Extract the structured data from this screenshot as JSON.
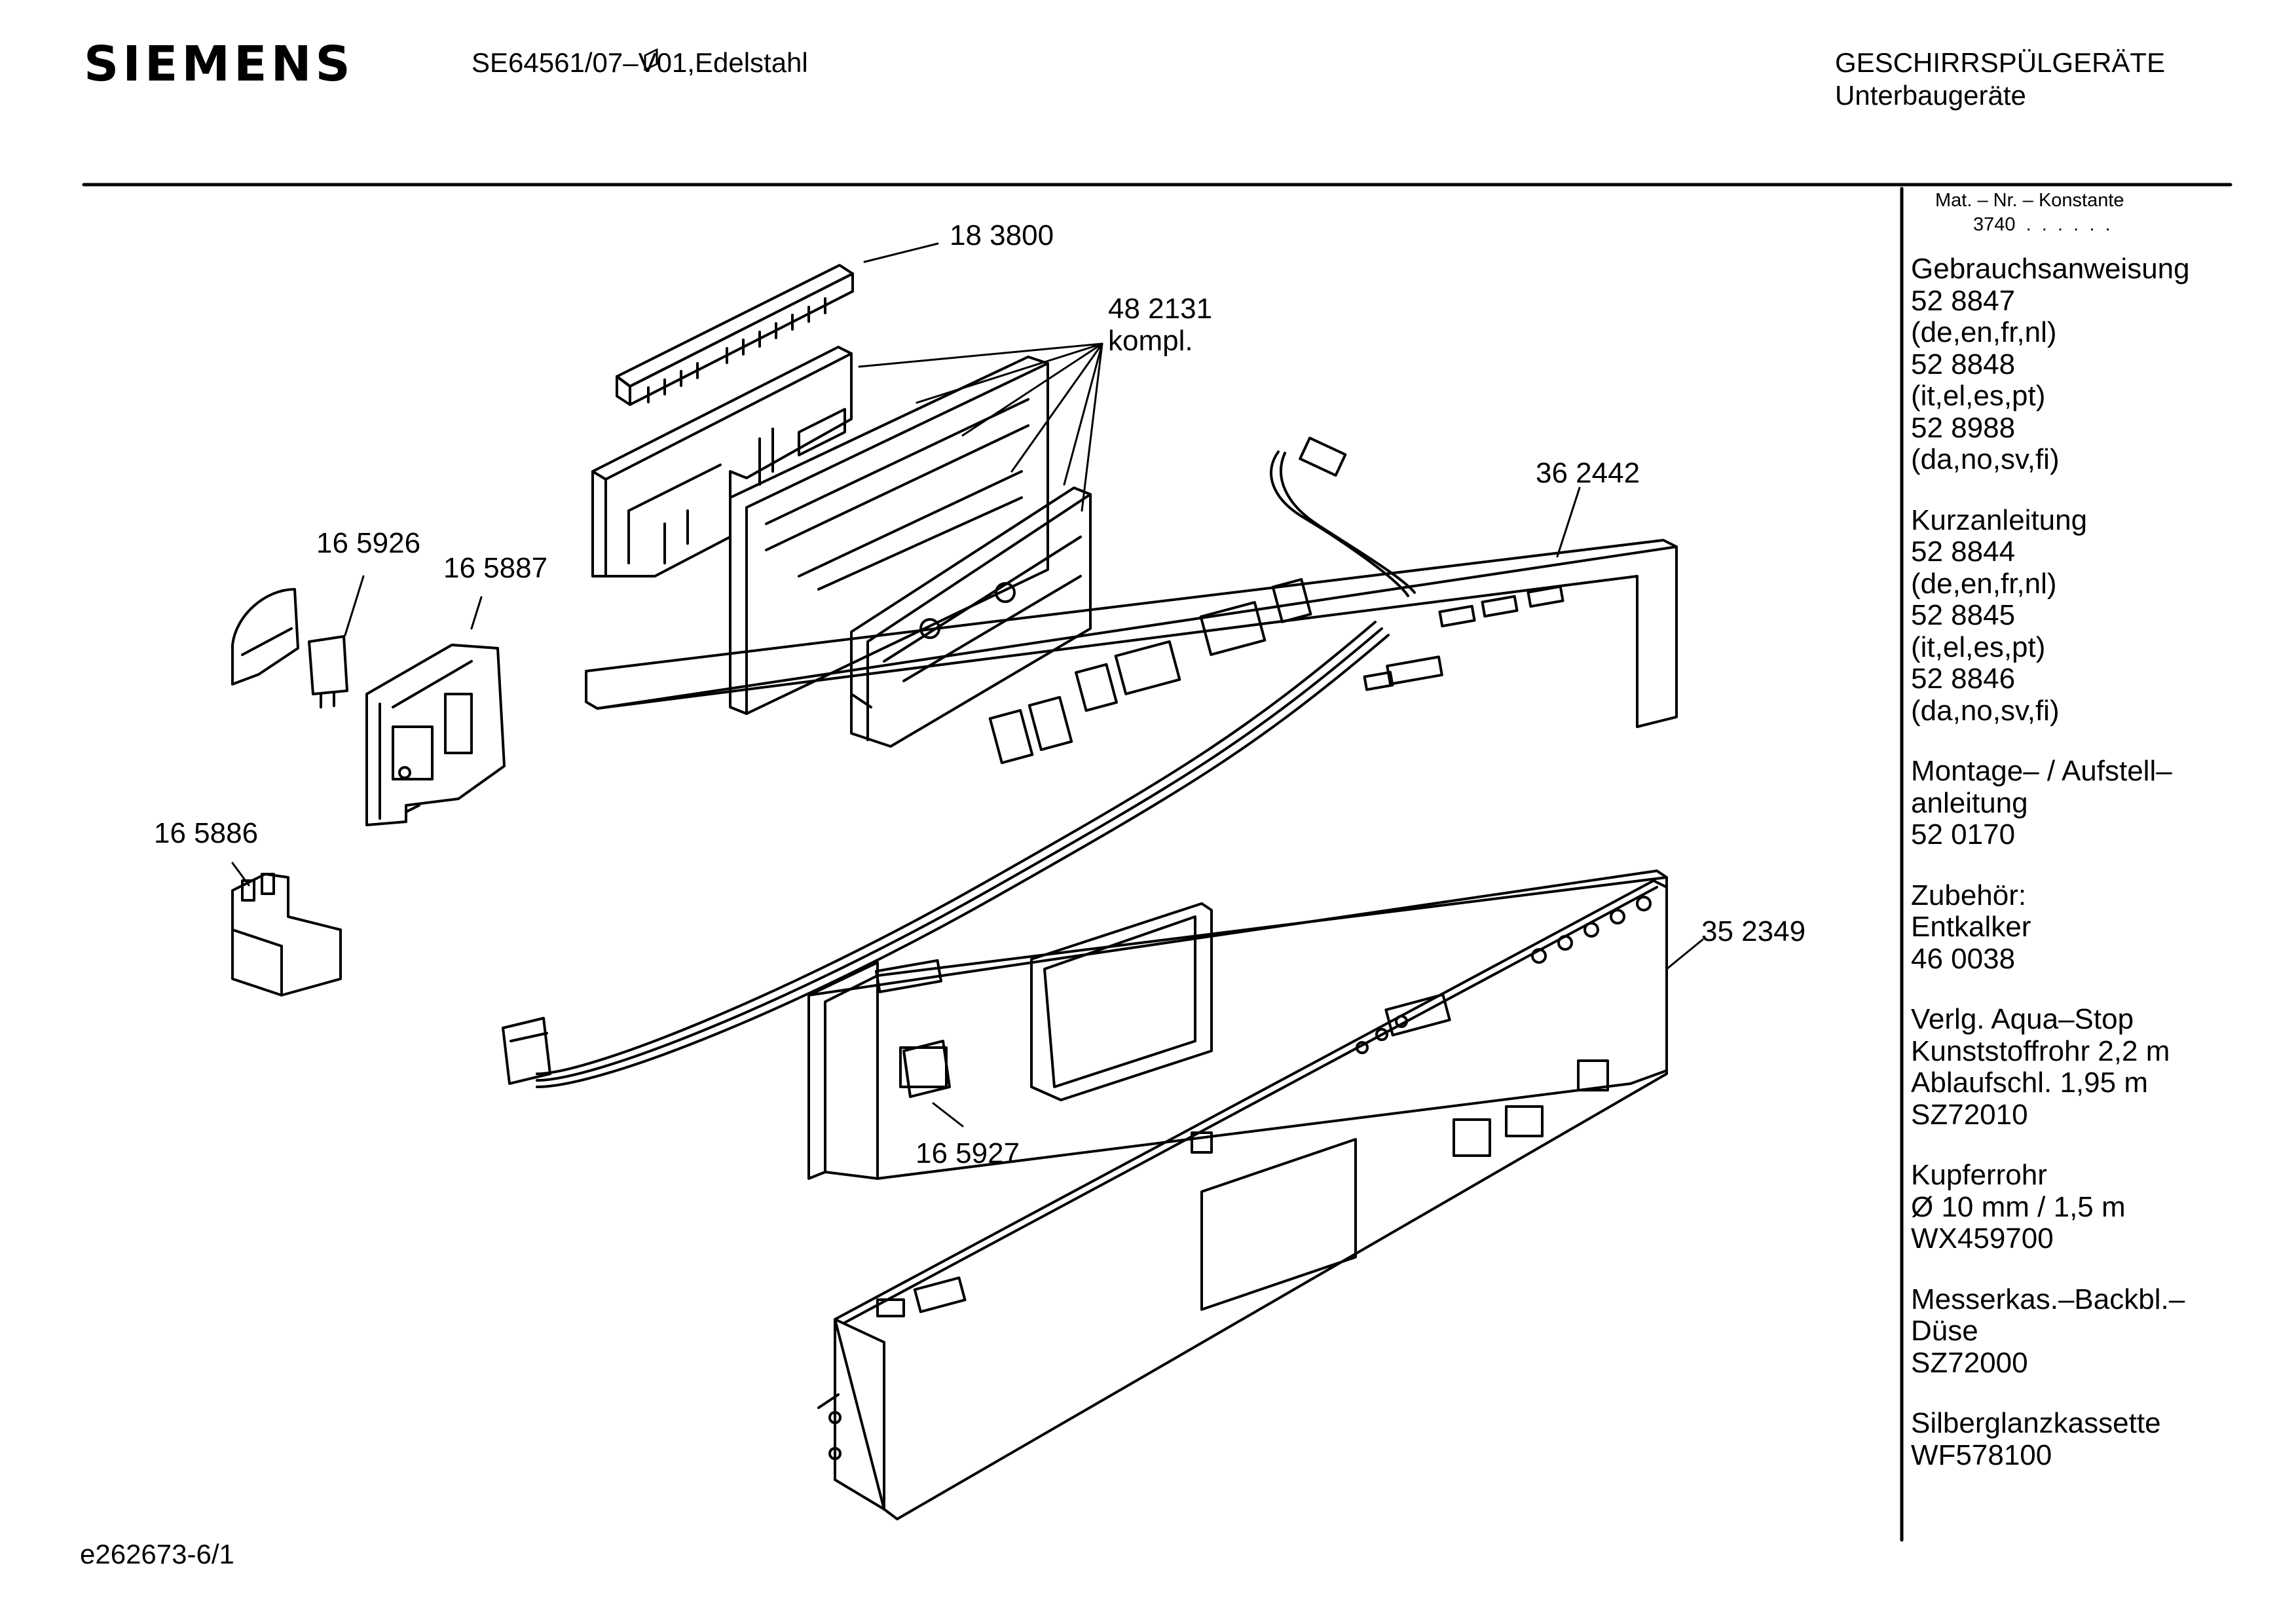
{
  "header": {
    "brand": "SIEMENS",
    "model": "SE64561/07–V01,Edelstahl",
    "category_line1": "GESCHIRRSPÜLGERÄTE",
    "category_line2": "Unterbaugeräte"
  },
  "footer": {
    "drawing_id": "e262673-6/1"
  },
  "callouts": [
    {
      "key": "c_183800",
      "text": "18 3800"
    },
    {
      "key": "c_482131",
      "text": "48 2131"
    },
    {
      "key": "c_kompl",
      "text": "kompl."
    },
    {
      "key": "c_362442",
      "text": "36 2442"
    },
    {
      "key": "c_165926",
      "text": "16 5926"
    },
    {
      "key": "c_165887",
      "text": "16 5887"
    },
    {
      "key": "c_165886",
      "text": "16 5886"
    },
    {
      "key": "c_352349",
      "text": "35 2349"
    },
    {
      "key": "c_165927",
      "text": "16 5927"
    }
  ],
  "sidebar": {
    "mat_label": "Mat. – Nr. – Konstante",
    "mat_value": "3740  .  .  .  .  .  .",
    "blocks": [
      {
        "lines": [
          "Gebrauchsanweisung",
          "52 8847",
          "(de,en,fr,nl)",
          "52 8848",
          "(it,el,es,pt)",
          "52 8988",
          "(da,no,sv,fi)"
        ]
      },
      {
        "lines": [
          "Kurzanleitung",
          "52 8844",
          "(de,en,fr,nl)",
          "52 8845",
          "(it,el,es,pt)",
          "52 8846",
          "(da,no,sv,fi)"
        ]
      },
      {
        "lines": [
          "Montage– / Aufstell–",
          "anleitung",
          "52 0170"
        ]
      },
      {
        "lines": [
          "Zubehör:",
          "Entkalker",
          "46 0038"
        ]
      },
      {
        "lines": [
          "Verlg. Aqua–Stop",
          "Kunststoffrohr 2,2 m",
          "Ablaufschl. 1,95 m",
          "SZ72010"
        ]
      },
      {
        "lines": [
          "Kupferrohr",
          "Ø 10 mm / 1,5 m",
          "WX459700"
        ]
      },
      {
        "lines": [
          "Messerkas.–Backbl.–",
          "Düse",
          "SZ72000"
        ]
      },
      {
        "lines": [
          "Silberglanzkassette",
          "WF578100"
        ]
      }
    ]
  }
}
